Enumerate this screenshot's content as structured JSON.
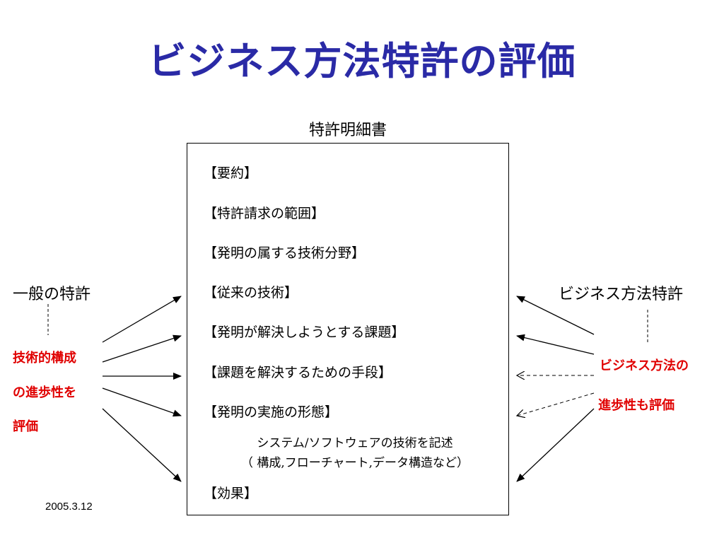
{
  "title": "ビジネス方法特許の評価",
  "document": {
    "label": "特許明細書",
    "sections": [
      "【要約】",
      "【特許請求の範囲】",
      "【発明の属する技術分野】",
      "【従来の技術】",
      "【発明が解決しようとする課題】",
      "【課題を解決するための手段】",
      "【発明の実施の形態】",
      "【効果】"
    ],
    "note_line1": "システム/ソフトウェアの技術を記述",
    "note_line2": "（ 構成,フローチャート,データ構造など）"
  },
  "left": {
    "title": "一般の特許",
    "lines": [
      "技術的構成",
      "の進歩性を",
      "評価"
    ]
  },
  "right": {
    "title": "ビジネス方法特許",
    "lines": [
      "ビジネス方法の",
      "進歩性も評価"
    ]
  },
  "date": "2005.3.12",
  "colors": {
    "title": "#2a2aa6",
    "highlight": "#e00000"
  }
}
